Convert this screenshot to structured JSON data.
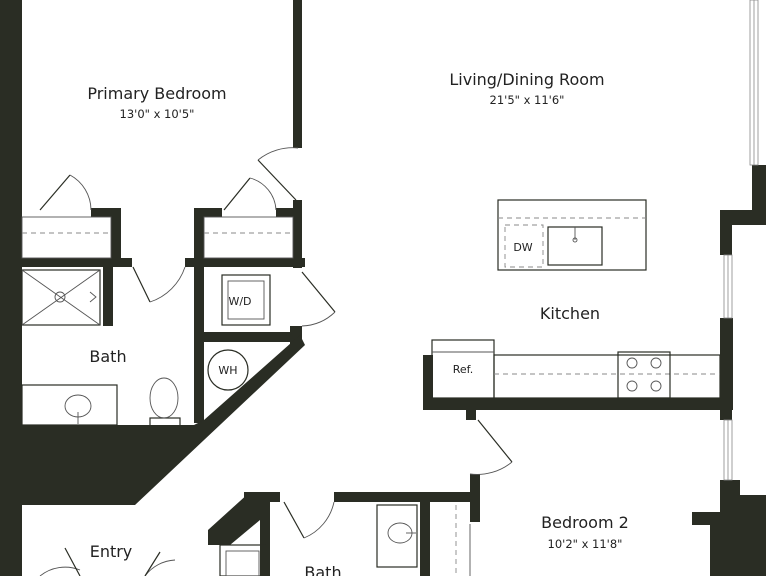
{
  "rooms": {
    "primary_bedroom": {
      "name": "Primary Bedroom",
      "dims": "13'0\" x 10'5\""
    },
    "living_dining": {
      "name": "Living/Dining Room",
      "dims": "21'5\" x 11'6\""
    },
    "kitchen": {
      "name": "Kitchen"
    },
    "bath_1": {
      "name": "Bath"
    },
    "entry": {
      "name": "Entry"
    },
    "bedroom_2": {
      "name": "Bedroom 2",
      "dims": "10'2\" x 11'8\""
    },
    "bath_2": {
      "name": "Bath"
    }
  },
  "fixtures": {
    "dishwasher": "DW",
    "washer_dryer": "W/D",
    "water_heater": "WH",
    "refrigerator": "Ref."
  }
}
